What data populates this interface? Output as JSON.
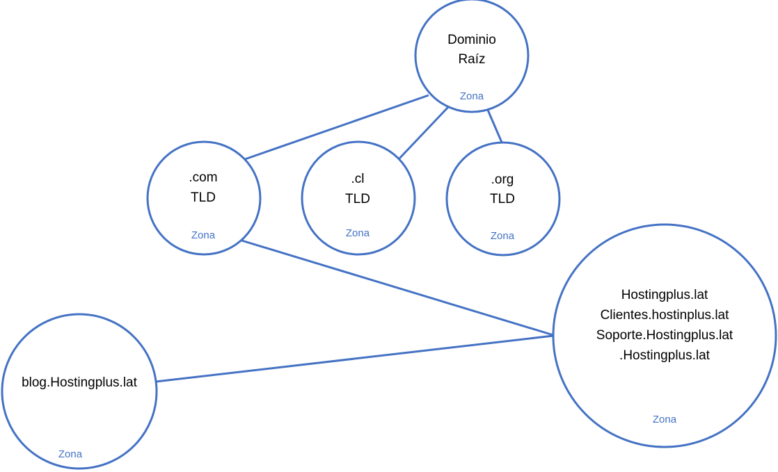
{
  "colors": {
    "accent": "#4472c4",
    "text": "#000000",
    "background": "#ffffff"
  },
  "nodes": {
    "root": {
      "lines": [
        "Dominio",
        "Raíz"
      ],
      "zone": "Zona"
    },
    "com": {
      "lines": [
        ".com",
        "TLD"
      ],
      "zone": "Zona"
    },
    "cl": {
      "lines": [
        ".cl",
        "TLD"
      ],
      "zone": "Zona"
    },
    "org": {
      "lines": [
        ".org",
        "TLD"
      ],
      "zone": "Zona"
    },
    "hosting": {
      "lines": [
        "Hostingplus.lat",
        "Clientes.hostinplus.lat",
        "Soporte.Hostingplus.lat",
        ".Hostingplus.lat"
      ],
      "zone": "Zona"
    },
    "blog": {
      "lines": [
        "blog.Hostingplus.lat"
      ],
      "zone": "Zona"
    }
  }
}
